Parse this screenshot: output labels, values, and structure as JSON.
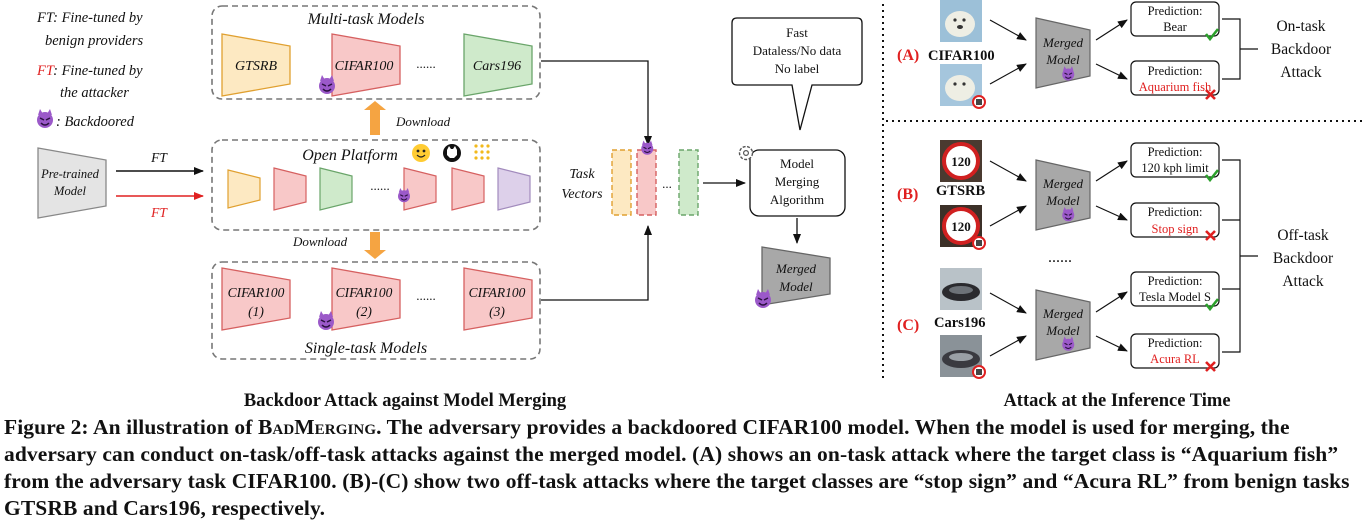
{
  "legend": {
    "ft_benign_abbr": "FT",
    "ft_benign_text": ": Fine-tuned by",
    "ft_benign_text2": "benign providers",
    "ft_attacker_abbr": "FT",
    "ft_attacker_text": ": Fine-tuned by",
    "ft_attacker_text2": "the attacker",
    "backdoored_text": ": Backdoored"
  },
  "left": {
    "multi_task_title": "Multi-task Models",
    "multi_task_models": [
      "GTSRB",
      "CIFAR100",
      "......",
      "Cars196"
    ],
    "download_up": "Download",
    "download_down": "Download",
    "open_platform": "Open Platform",
    "platform_ellipsis": "......",
    "pretrained_1": "Pre-trained",
    "pretrained_2": "Model",
    "ft_black": "FT",
    "ft_red": "FT",
    "single_task_title": "Single-task Models",
    "single_models": [
      {
        "l1": "CIFAR100",
        "l2": "(1)"
      },
      {
        "l1": "CIFAR100",
        "l2": "(2)"
      },
      {
        "l1": "......",
        "l2": ""
      },
      {
        "l1": "CIFAR100",
        "l2": "(3)"
      }
    ],
    "task_vectors_1": "Task",
    "task_vectors_2": "Vectors",
    "tv_ellipsis": "...",
    "bubble": [
      "Fast",
      "Dataless/No data",
      "No label"
    ],
    "algo": [
      "Model",
      "Merging",
      "Algorithm"
    ],
    "merged_1": "Merged",
    "merged_2": "Model",
    "footer": "Backdoor Attack against Model Merging"
  },
  "right": {
    "rows": [
      {
        "tag": "(A)",
        "dataset": "CIFAR100",
        "pred_label": "Prediction:",
        "clean_pred": "Bear",
        "attack_pred": "Aquarium fish"
      },
      {
        "tag": "(B)",
        "dataset": "GTSRB",
        "pred_label": "Prediction:",
        "clean_pred": "120 kph limit",
        "attack_pred": "Stop sign"
      },
      {
        "tag": "(C)",
        "dataset": "Cars196",
        "pred_label": "Prediction:",
        "clean_pred": "Tesla Model S",
        "attack_pred": "Acura RL"
      }
    ],
    "sign_text": "120",
    "ellipsis": "......",
    "merged_1": "Merged",
    "merged_2": "Model",
    "on_task": [
      "On-task",
      "Backdoor",
      "Attack"
    ],
    "off_task": [
      "Off-task",
      "Backdoor",
      "Attack"
    ],
    "footer": "Attack at the Inference Time"
  },
  "caption": {
    "p1": "Figure 2: An illustration of ",
    "name": "BadMerging",
    "p2": ". The adversary provides a backdoored CIFAR100 model. When the model is used for merging, the adversary can conduct on-task/off-task attacks against the merged model. (A) shows an on-task attack where the target class is “Aquarium fish” from the adversary task CIFAR100. (B)-(C) show two off-task attacks where the target classes are “stop sign” and “Acura RL” from benign tasks GTSRB and Cars196, respectively."
  },
  "colors": {
    "orange_fill": "#fde9c2",
    "orange_stroke": "#e0a030",
    "red_fill": "#f8c8c8",
    "red_stroke": "#d66060",
    "green_fill": "#cfeacb",
    "green_stroke": "#6aa56a",
    "purple_fill": "#ddd0ea",
    "purple_stroke": "#a28bbd",
    "gray_fill": "#a8a8a8",
    "red_text": "#e02020",
    "arrow_orange": "#f5a442",
    "check": "#2ca02c"
  }
}
